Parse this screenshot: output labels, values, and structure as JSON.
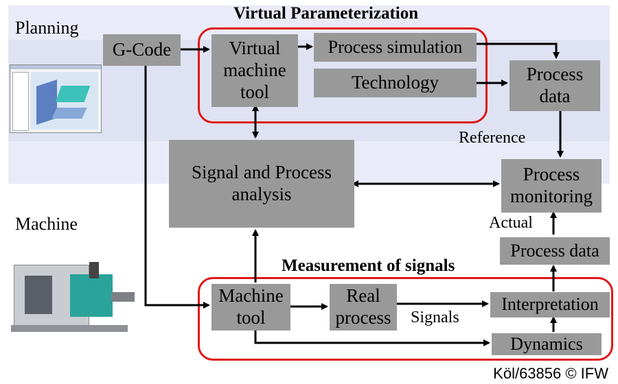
{
  "zones": {
    "planning": "Planning",
    "machine": "Machine"
  },
  "groups": {
    "virtual_parameterization": "Virtual Parameterization",
    "measurement_of_signals": "Measurement of signals"
  },
  "boxes": {
    "gcode": "G-Code",
    "virtual_machine_tool": "Virtual\nmachine\ntool",
    "process_simulation": "Process simulation",
    "technology": "Technology",
    "process_data_top": "Process\ndata",
    "signal_process_analysis": "Signal and Process\nanalysis",
    "process_monitoring": "Process\nmonitoring",
    "process_data_bottom": "Process data",
    "machine_tool": "Machine\ntool",
    "real_process": "Real\nprocess",
    "interpretation": "Interpretation",
    "dynamics": "Dynamics"
  },
  "edge_labels": {
    "reference": "Reference",
    "actual": "Actual",
    "signals": "Signals"
  },
  "credit": "Köl/63856 © IFW",
  "colors": {
    "box": "#999999",
    "frame": "#e01818",
    "band": "#e0e3f3",
    "arrow": "#000000"
  },
  "icons": {
    "cad": "cad-screenshot-icon",
    "machine": "machine-tool-photo"
  }
}
